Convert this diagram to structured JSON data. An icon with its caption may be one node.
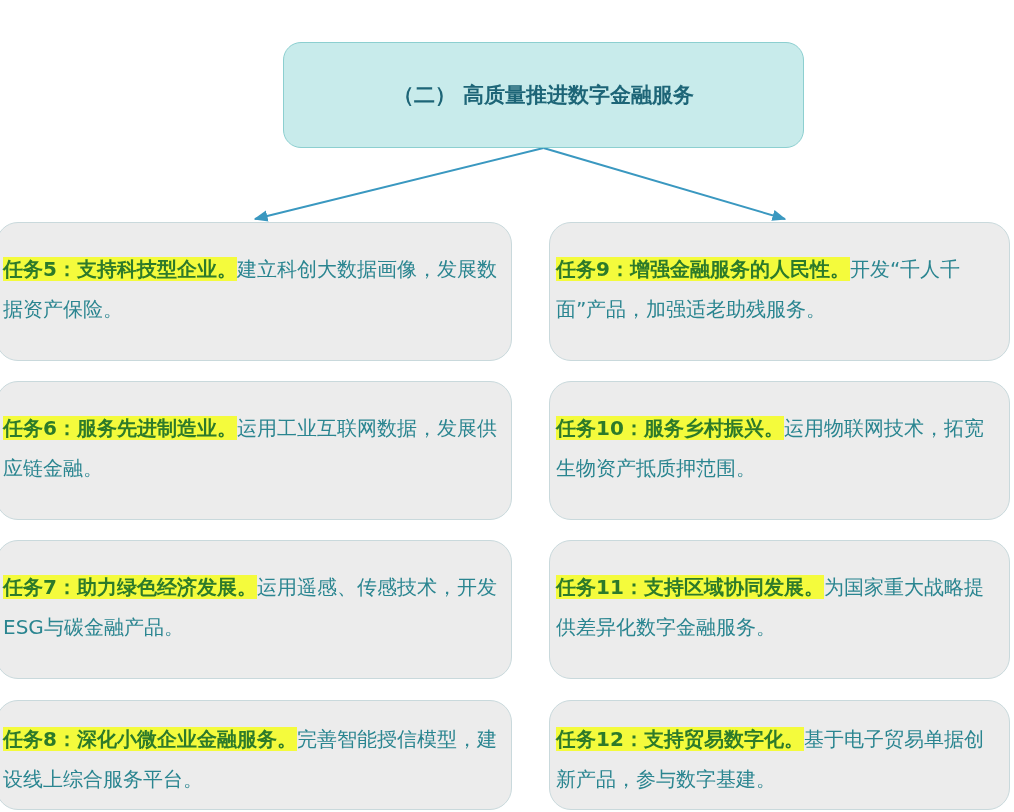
{
  "diagram": {
    "nodes": [
      {
        "text": [
          "（二） 高质量推进数字金融服务"
        ]
      },
      {
        "text": [
          "**任务5：支持科技型企业。**建立科创大数据画像，发展数据资产保险。"
        ]
      },
      {
        "text": [
          "**任务6：服务先进制造业。**运用工业互联网数据，发展供应链金融。"
        ]
      },
      {
        "text": [
          "**任务7：助力绿色经济发展。**运用遥感、传感技术，开发ESG与碳金融产品。"
        ]
      },
      {
        "text": [
          "**任务8：深化小微企业金融服务。**完善智能授信模型，建设线上综合服务平台。"
        ]
      },
      {
        "text": [
          "**任务9：增强金融服务的人民性。**开发“千人千面”产品，加强适老助残服务。"
        ]
      },
      {
        "text": [
          "**任务10：服务乡村振兴。**运用物联网技术，拓宽生物资产抵质押范围。"
        ]
      },
      {
        "text": [
          "**任务11：支持区域协同发展。**为国家重大战略提供差异化数字金融服务。"
        ]
      },
      {
        "text": [
          "**任务12：支持贸易数字化。**基于电子贸易单据创新产品，参与数字基建。"
        ]
      }
    ],
    "edges": [
      {
        "from": 0,
        "to": 1,
        "arrow": "to"
      },
      {
        "from": 0,
        "to": 5,
        "arrow": "to"
      }
    ]
  }
}
